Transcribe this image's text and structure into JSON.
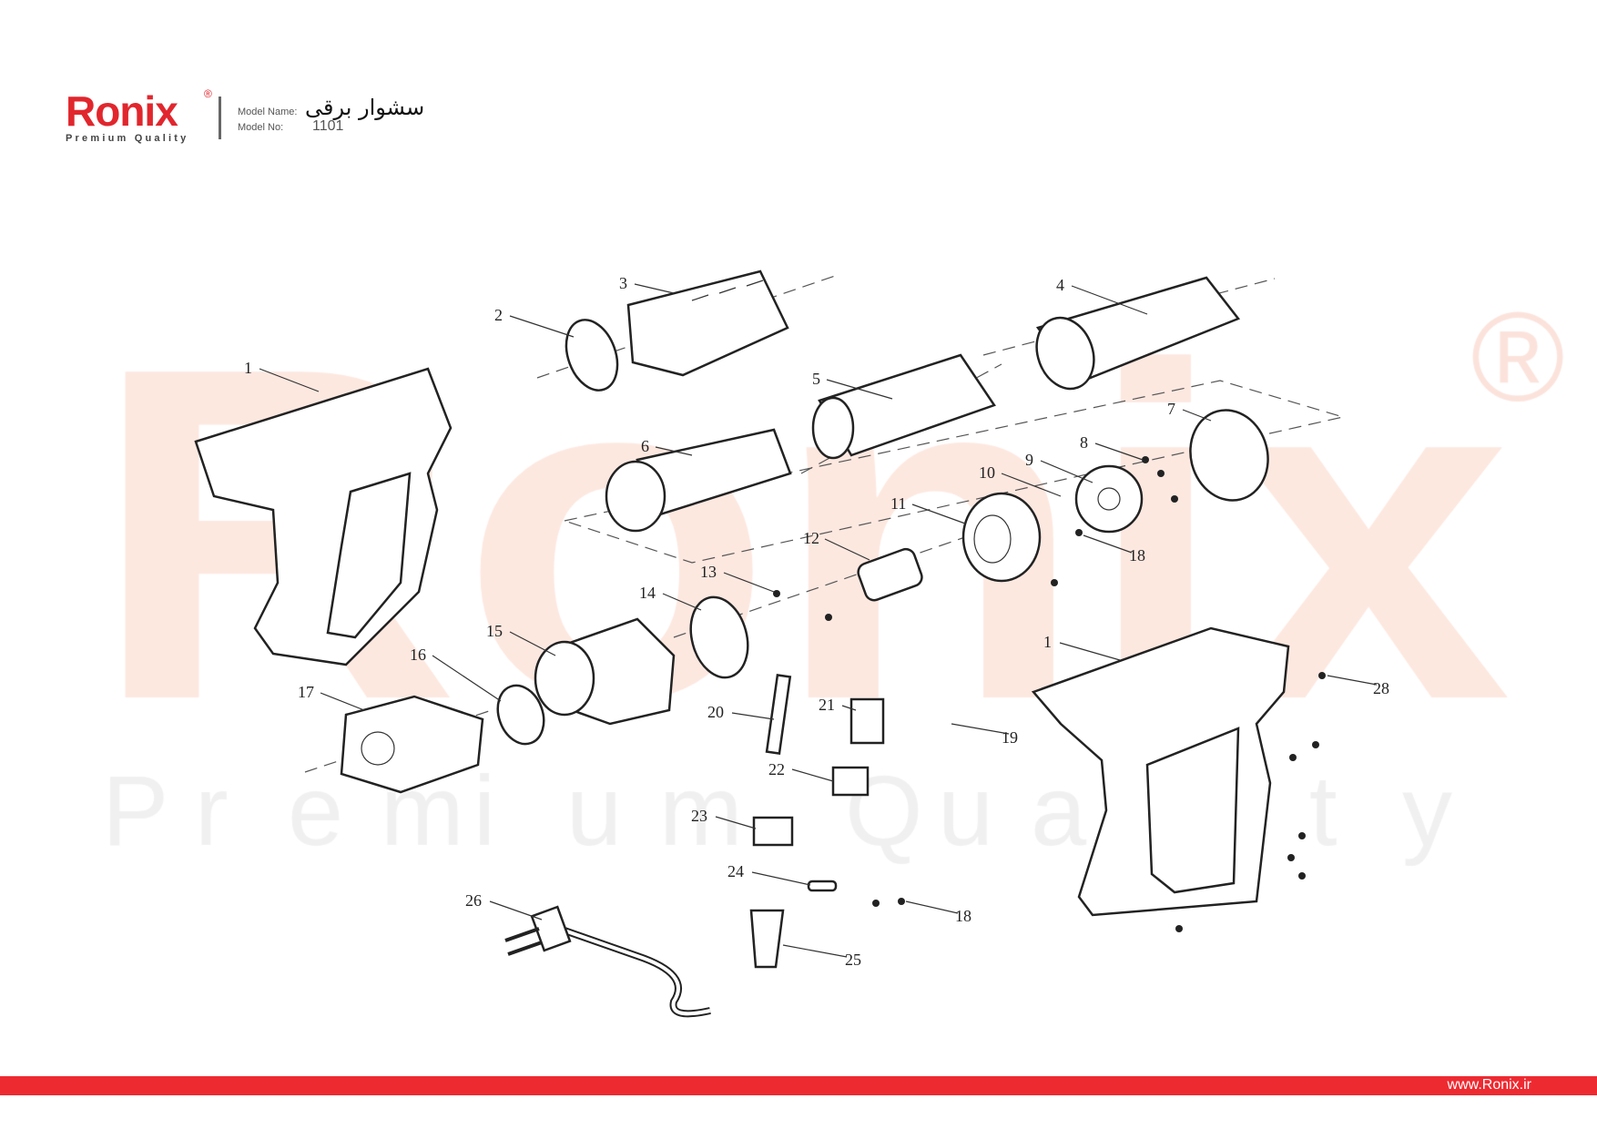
{
  "brand": {
    "name": "Ronix",
    "tagline": "Premium Quality",
    "reg": "®"
  },
  "header": {
    "model_name_label": "Model Name:",
    "model_name": "سشوار برقی",
    "model_no_label": "Model No:",
    "model_no": "1101"
  },
  "watermark": {
    "word": "Ronix",
    "tagline": "Premium Quality",
    "reg": "®"
  },
  "diagram": {
    "labels": [
      "1",
      "2",
      "3",
      "4",
      "5",
      "6",
      "7",
      "8",
      "9",
      "10",
      "11",
      "12",
      "13",
      "14",
      "15",
      "16",
      "17",
      "18",
      "1",
      "28",
      "19",
      "20",
      "21",
      "22",
      "23",
      "24",
      "18",
      "26",
      "25"
    ]
  },
  "footer": {
    "url": "www.Ronix.ir"
  },
  "colors": {
    "brand_red": "#e1262d",
    "footer_red": "#ee2a31",
    "watermark_pink": "#fde8e0"
  }
}
